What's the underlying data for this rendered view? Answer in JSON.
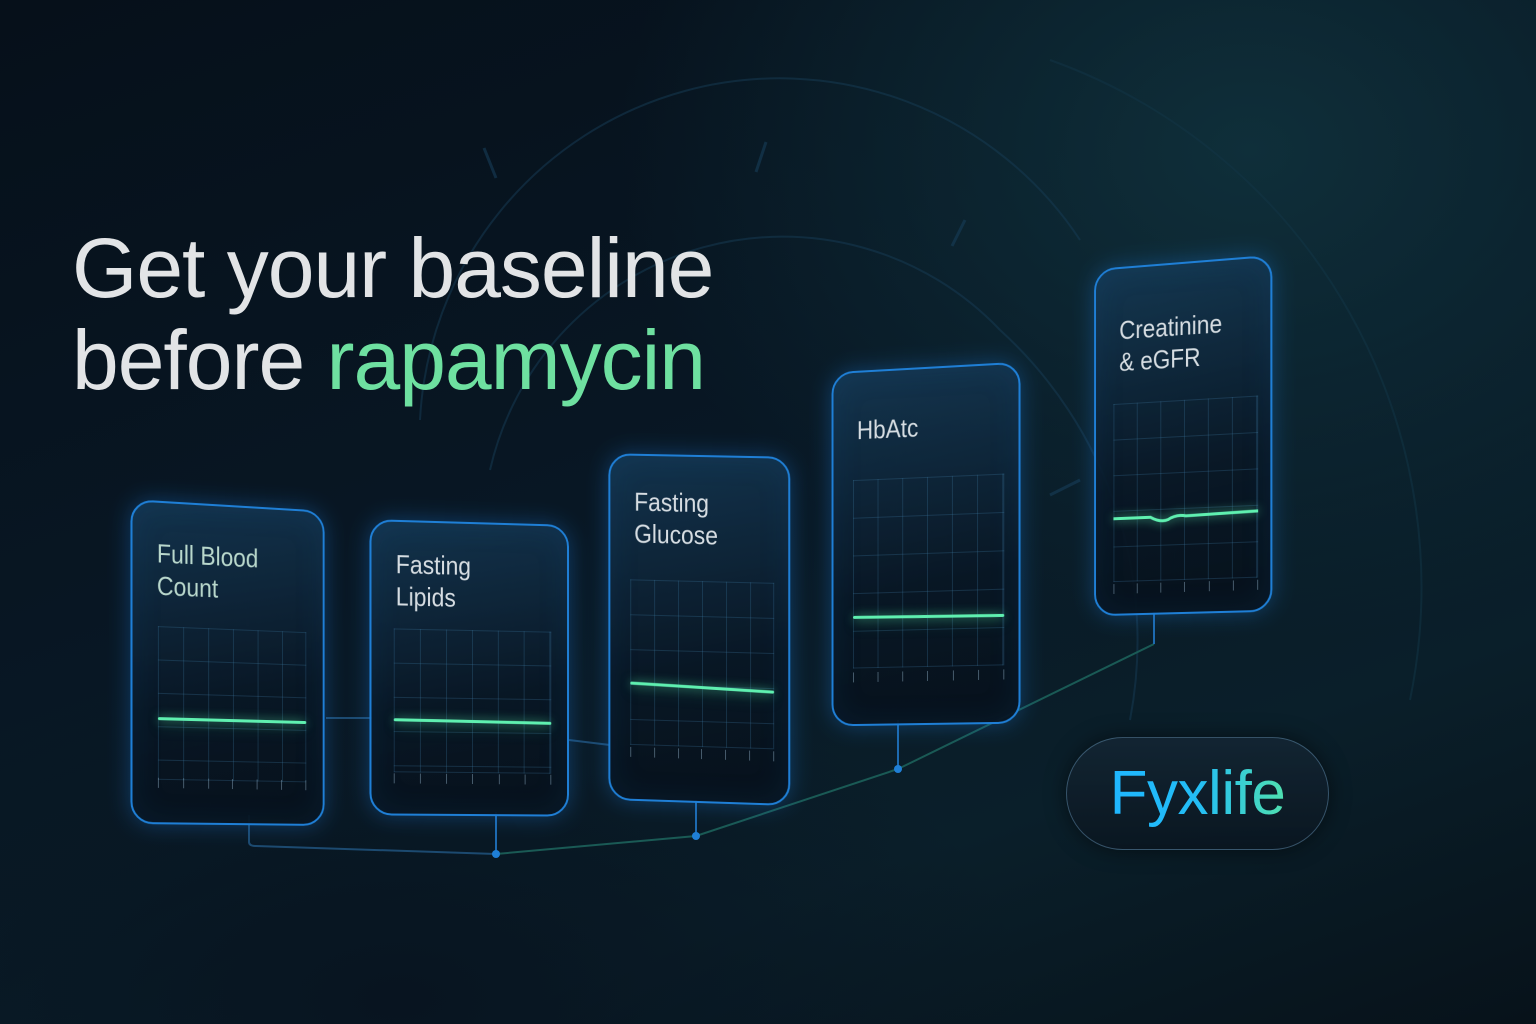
{
  "headline": {
    "line1": "Get your baseline",
    "line2_prefix": "before ",
    "line2_accent": "rapamycin"
  },
  "cards": [
    {
      "title": "Full Blood\nCount"
    },
    {
      "title": "Fasting\nLipids"
    },
    {
      "title": "Fasting\nGlucose"
    },
    {
      "title": "HbAtc"
    },
    {
      "title": "Creatinine\n& eGFR"
    }
  ],
  "brand": {
    "name": "Fyxlife"
  },
  "colors": {
    "background": "#07131d",
    "headline_text": "#e2e4e6",
    "accent_green": "#6ee0a0",
    "card_border": "#1f7fd6",
    "trend_line": "#5ff0b0",
    "brand_blue": "#1fb6ff",
    "brand_teal": "#4fe0b0"
  }
}
